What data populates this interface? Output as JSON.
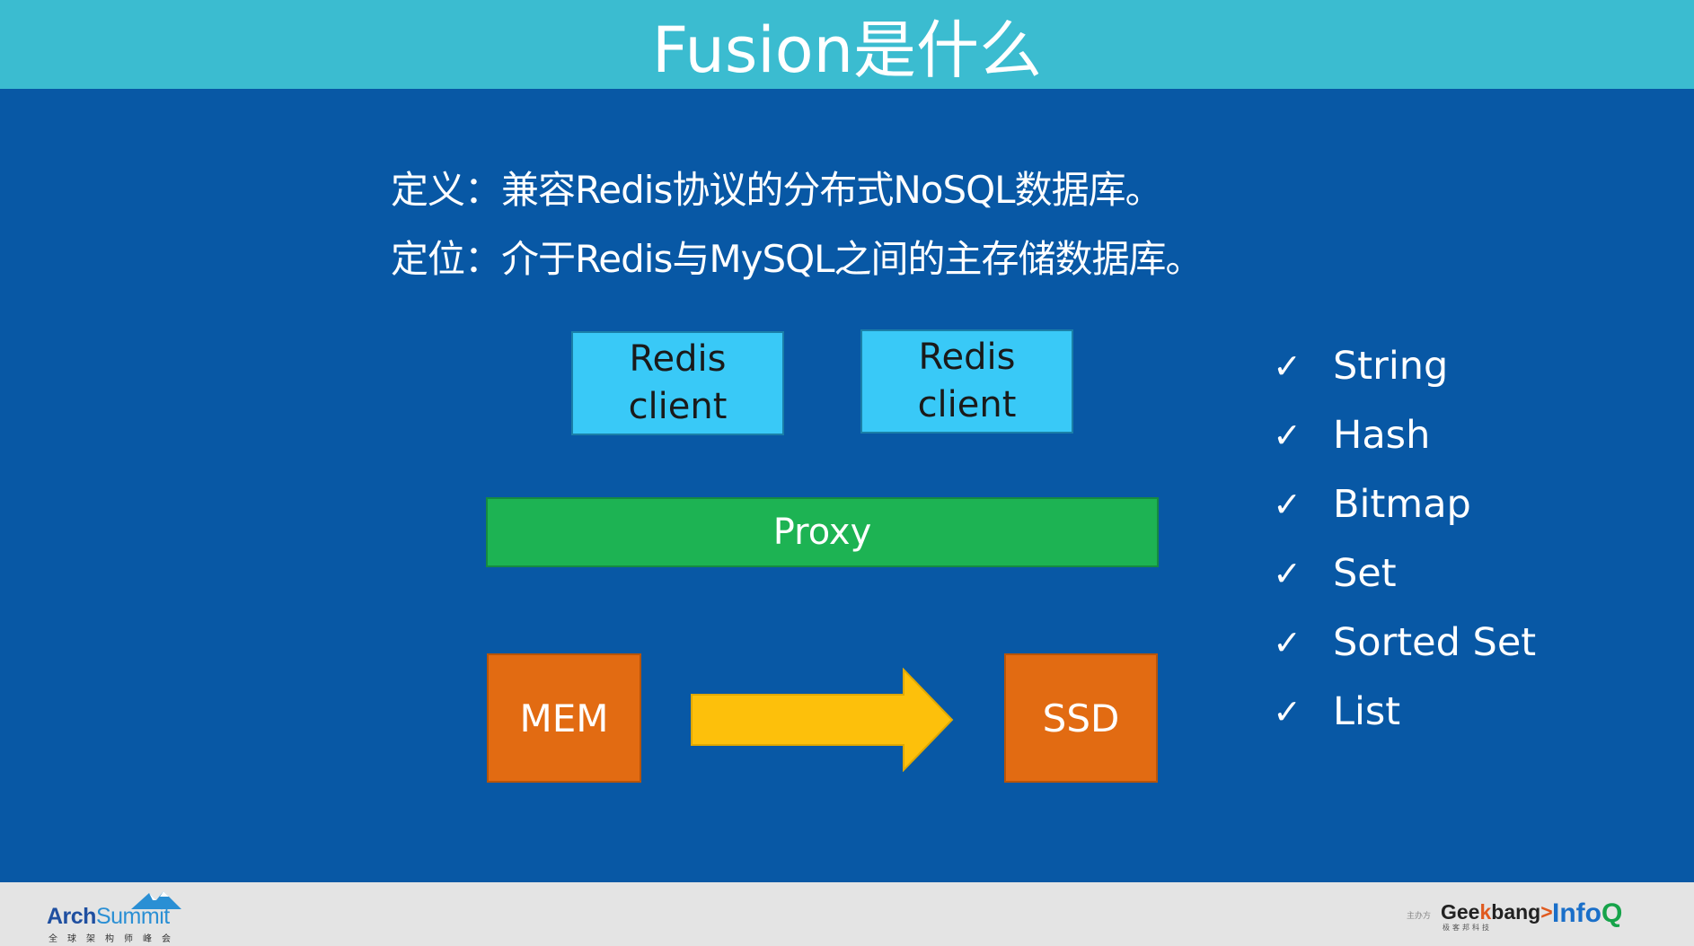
{
  "header": {
    "title": "Fusion是什么"
  },
  "intro": {
    "definition": "定义：兼容Redis协议的分布式NoSQL数据库。",
    "positioning": "定位：介于Redis与MySQL之间的主存储数据库。"
  },
  "diagram": {
    "clients": [
      {
        "line1": "Redis",
        "line2": "client"
      },
      {
        "line1": "Redis",
        "line2": "client"
      }
    ],
    "proxy_label": "Proxy",
    "mem_label": "MEM",
    "ssd_label": "SSD"
  },
  "features": {
    "check_symbol": "✓",
    "items": [
      "String",
      "Hash",
      "Bitmap",
      "Set",
      "Sorted Set",
      "List"
    ]
  },
  "footer": {
    "archsummit": {
      "name_a": "Arch",
      "name_b": "Summit",
      "subtitle": "全球架构师峰会"
    },
    "sponsor_label": "主办方",
    "geekbang": {
      "name_a": "Gee",
      "name_k": "k",
      "name_b": "bang",
      "mark": ">",
      "subtitle": "极客邦科技"
    },
    "infoq": {
      "name_a": "Info",
      "name_q": "Q"
    }
  },
  "colors": {
    "title_bar": "#3bbcd0",
    "background": "#0858a5",
    "client_box": "#39c9f7",
    "proxy": "#1db353",
    "storage": "#e26b12",
    "arrow": "#fdc00b",
    "footer": "#e4e4e4"
  }
}
